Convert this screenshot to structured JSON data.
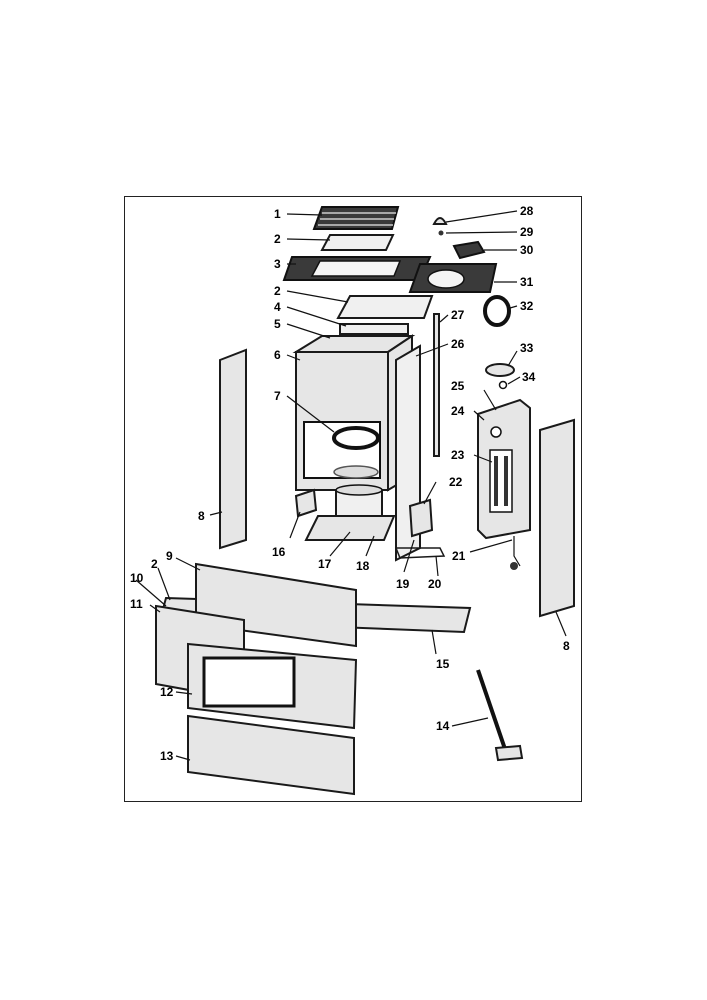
{
  "diagram": {
    "labels": [
      {
        "id": "1",
        "text": "1"
      },
      {
        "id": "2a",
        "text": "2"
      },
      {
        "id": "3",
        "text": "3"
      },
      {
        "id": "2b",
        "text": "2"
      },
      {
        "id": "4",
        "text": "4"
      },
      {
        "id": "5",
        "text": "5"
      },
      {
        "id": "6",
        "text": "6"
      },
      {
        "id": "7",
        "text": "7"
      },
      {
        "id": "8a",
        "text": "8"
      },
      {
        "id": "16",
        "text": "16"
      },
      {
        "id": "17",
        "text": "17"
      },
      {
        "id": "18",
        "text": "18"
      },
      {
        "id": "19",
        "text": "19"
      },
      {
        "id": "20",
        "text": "20"
      },
      {
        "id": "21",
        "text": "21"
      },
      {
        "id": "22",
        "text": "22"
      },
      {
        "id": "23",
        "text": "23"
      },
      {
        "id": "24",
        "text": "24"
      },
      {
        "id": "25",
        "text": "25"
      },
      {
        "id": "26",
        "text": "26"
      },
      {
        "id": "27",
        "text": "27"
      },
      {
        "id": "28",
        "text": "28"
      },
      {
        "id": "29",
        "text": "29"
      },
      {
        "id": "30",
        "text": "30"
      },
      {
        "id": "31",
        "text": "31"
      },
      {
        "id": "32",
        "text": "32"
      },
      {
        "id": "33",
        "text": "33"
      },
      {
        "id": "34",
        "text": "34"
      },
      {
        "id": "8b",
        "text": "8"
      },
      {
        "id": "9",
        "text": "9"
      },
      {
        "id": "2c",
        "text": "2"
      },
      {
        "id": "10",
        "text": "10"
      },
      {
        "id": "11",
        "text": "11"
      },
      {
        "id": "15",
        "text": "15"
      },
      {
        "id": "12",
        "text": "12"
      },
      {
        "id": "13",
        "text": "13"
      },
      {
        "id": "14",
        "text": "14"
      }
    ]
  }
}
